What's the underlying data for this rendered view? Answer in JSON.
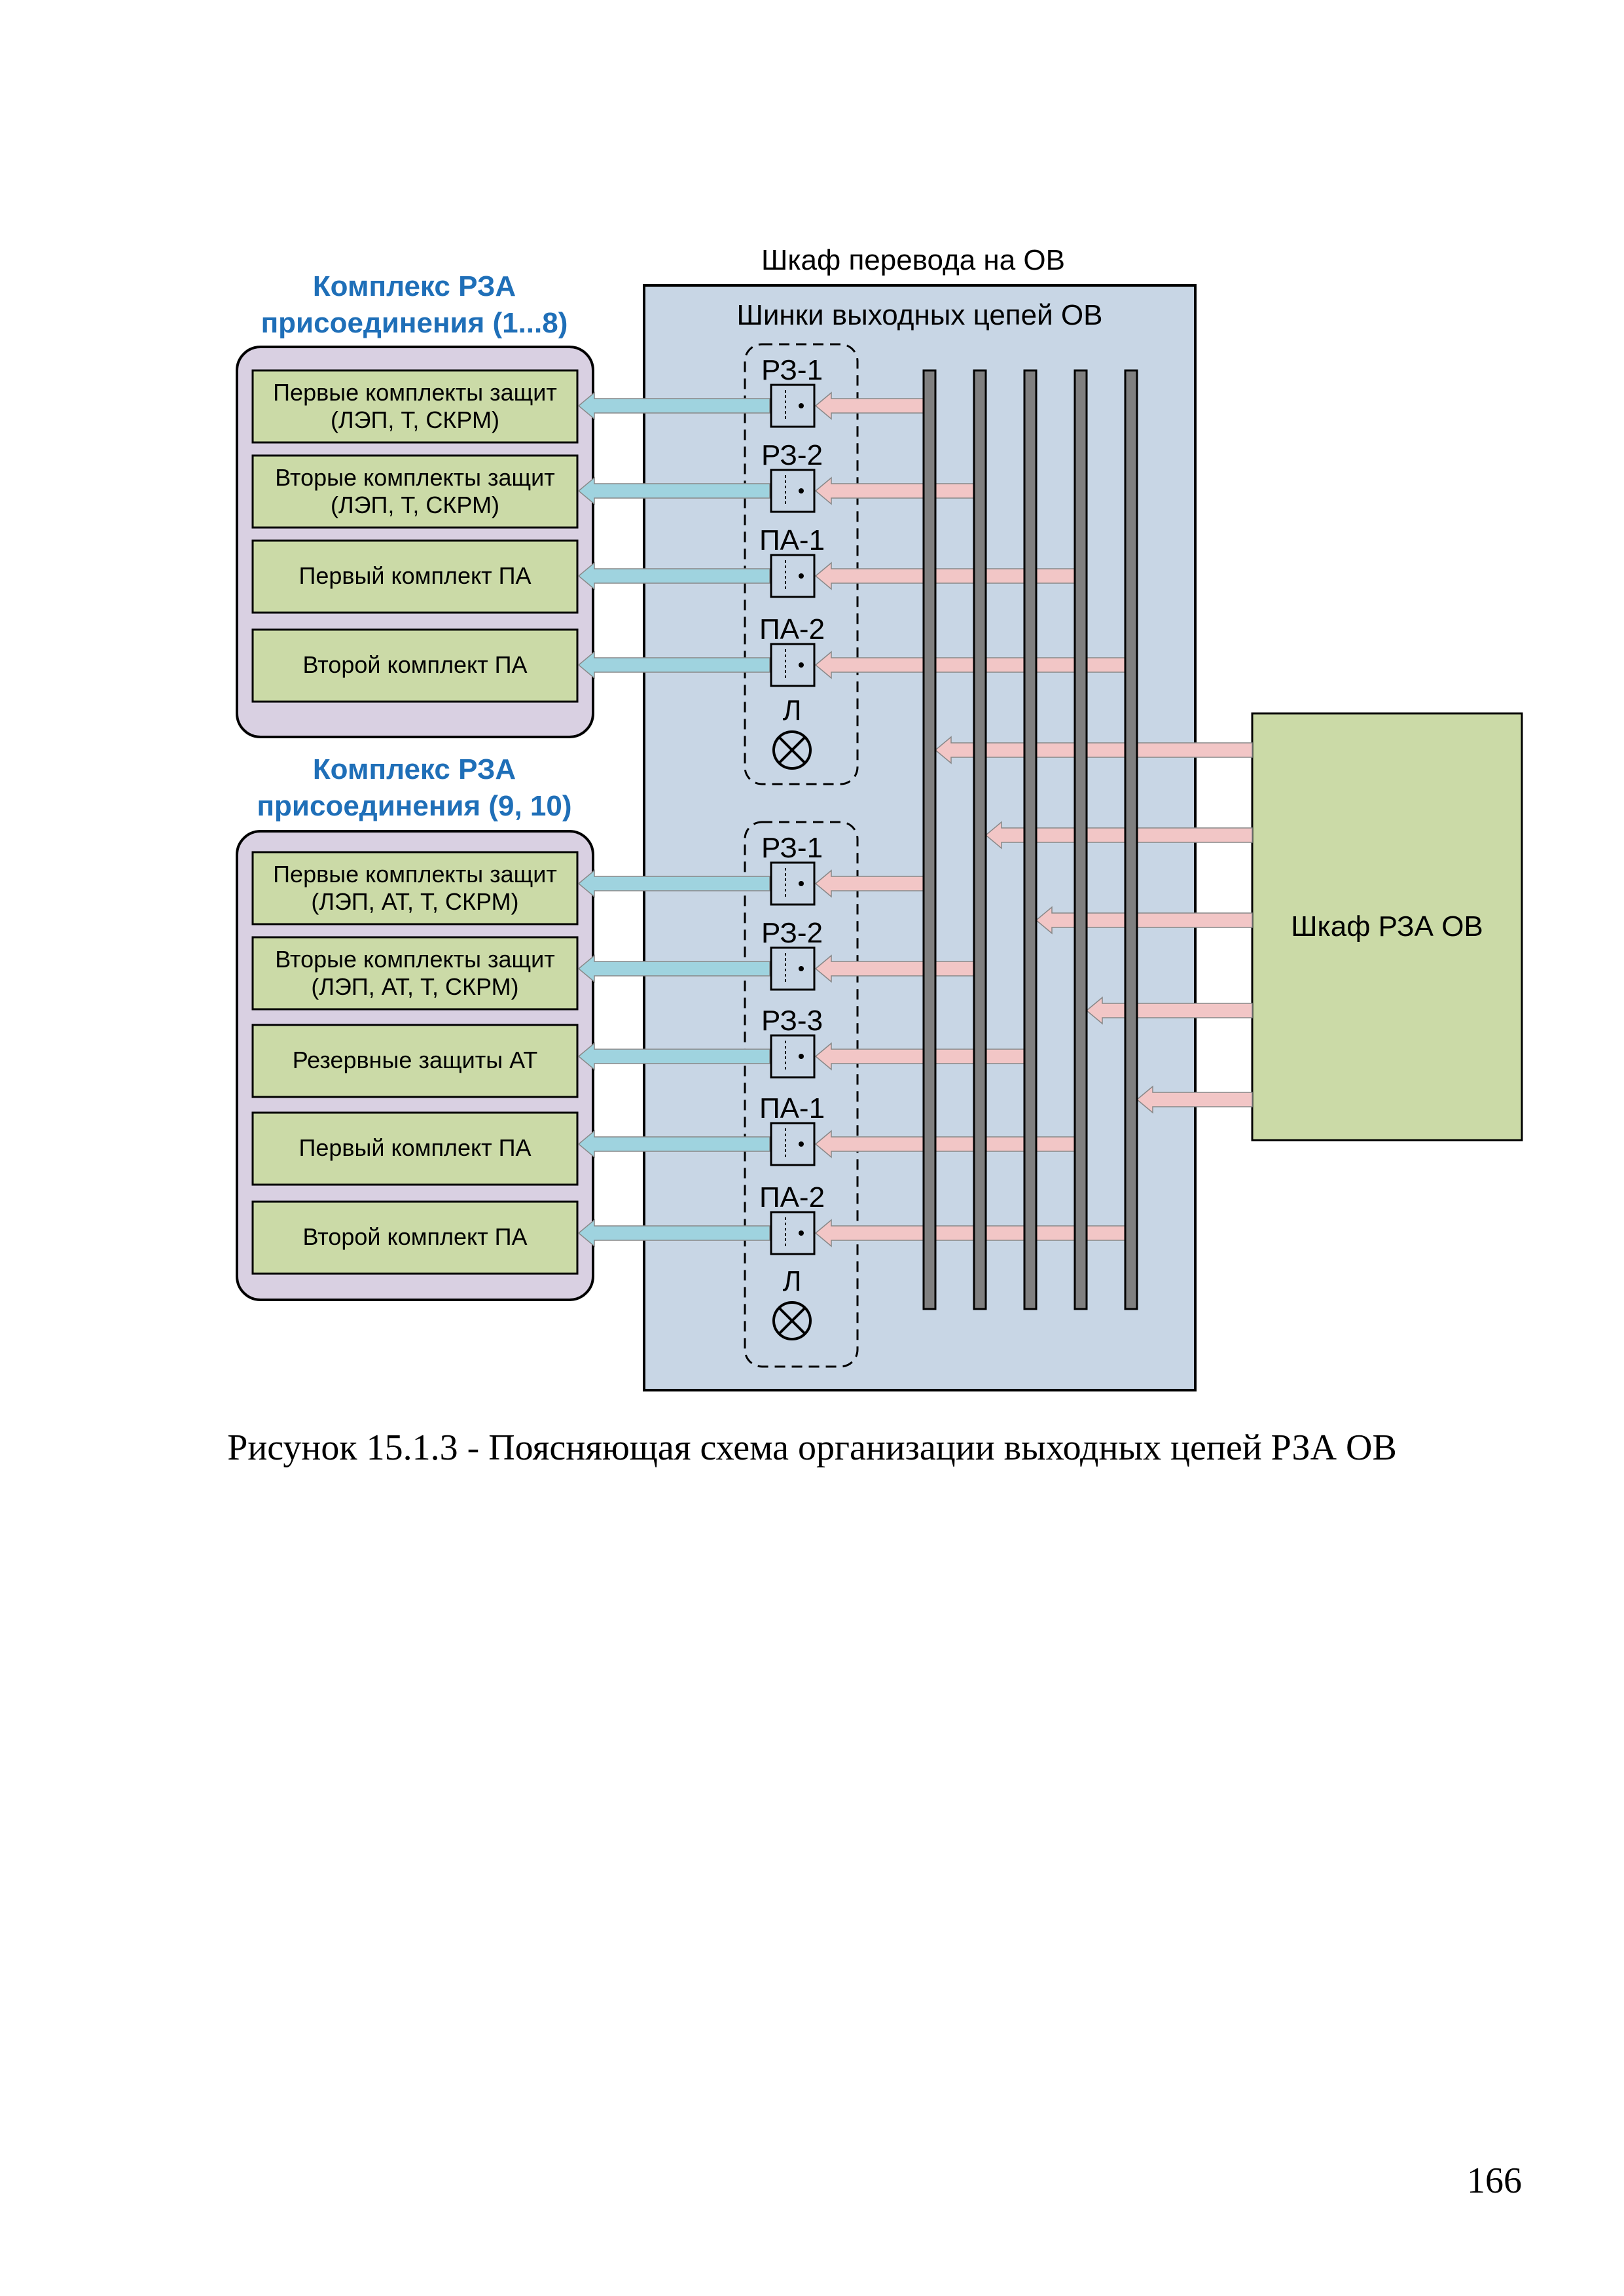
{
  "cabinet_title": "Шкаф перевода на ОВ",
  "bus_title": "Шинки выходных цепей ОВ",
  "complex_top": {
    "title_line1": "Комплекс РЗА",
    "title_line2": "присоединения (1...8)",
    "items": [
      {
        "line1": "Первые комплекты защит",
        "line2": "(ЛЭП, Т, СКРМ)"
      },
      {
        "line1": "Вторые комплекты защит",
        "line2": "(ЛЭП, Т, СКРМ)"
      },
      {
        "line1": "Первый комплект ПА",
        "line2": ""
      },
      {
        "line1": "Второй комплект ПА",
        "line2": ""
      }
    ]
  },
  "complex_bottom": {
    "title_line1": "Комплекс РЗА",
    "title_line2": "присоединения (9, 10)",
    "items": [
      {
        "line1": "Первые комплекты защит",
        "line2": "(ЛЭП, АТ, Т, СКРМ)"
      },
      {
        "line1": "Вторые комплекты защит",
        "line2": "(ЛЭП, АТ, Т, СКРМ)"
      },
      {
        "line1": "Резервные защиты АТ",
        "line2": ""
      },
      {
        "line1": "Первый комплект ПА",
        "line2": ""
      },
      {
        "line1": "Второй комплект ПА",
        "line2": ""
      }
    ]
  },
  "switches_top": [
    "РЗ-1",
    "РЗ-2",
    "ПА-1",
    "ПА-2"
  ],
  "switches_bottom": [
    "РЗ-1",
    "РЗ-2",
    "РЗ-3",
    "ПА-1",
    "ПА-2"
  ],
  "lamp_label": "Л",
  "rza_cabinet_label": "Шкаф РЗА ОВ",
  "caption": "Рисунок 15.1.3 - Поясняющая схема организации выходных цепей РЗА ОВ",
  "page_number": "166",
  "colors": {
    "cabinet_fill": "#c8d6e5",
    "complex_fill": "#d9d0e2",
    "item_fill": "#cbdaa7",
    "blue_arrow": "#9fd3df",
    "pink_arrow": "#f2c6c6",
    "bus": "#808080",
    "title_blue": "#1f6fb8"
  }
}
